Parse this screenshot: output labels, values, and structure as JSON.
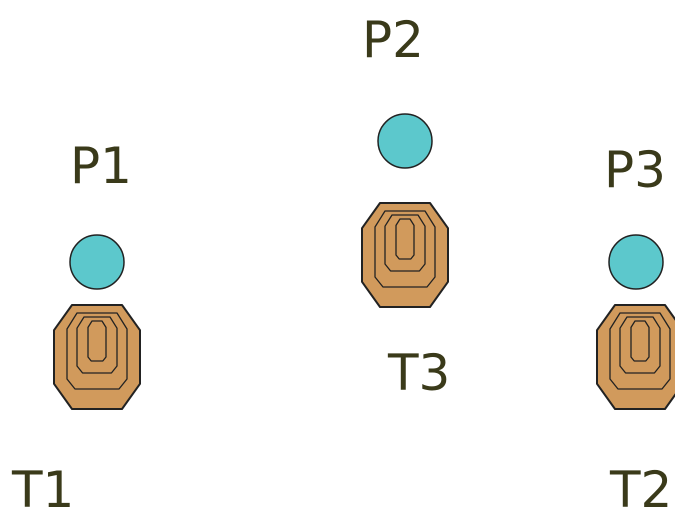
{
  "colors": {
    "position_fill": "#5cc8cc",
    "position_stroke": "#222222",
    "target_fill": "#d19a5c",
    "target_stroke": "#222222",
    "label_color": "#3a3a1a",
    "background": "#ffffff"
  },
  "positions": [
    {
      "label": "P1"
    },
    {
      "label": "P2"
    },
    {
      "label": "P3"
    }
  ],
  "targets": [
    {
      "label": "T1"
    },
    {
      "label": "T2"
    },
    {
      "label": "T3"
    }
  ]
}
